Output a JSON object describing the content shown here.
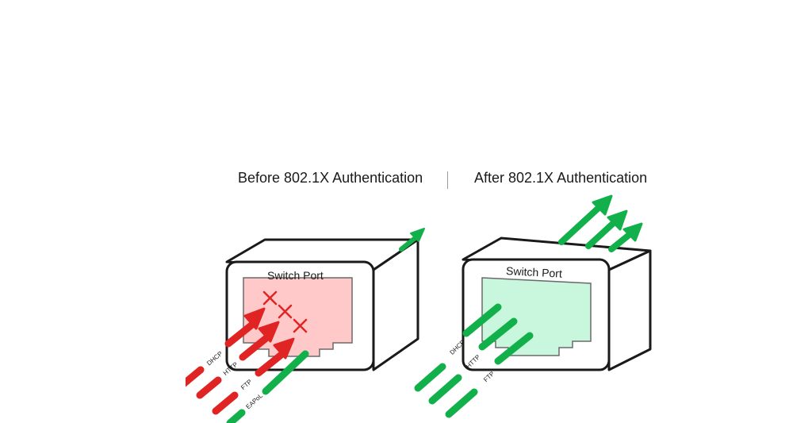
{
  "titles": {
    "before": "Before 802.1X Authentication",
    "after": "After 802.1X Authentication"
  },
  "port_label": "Switch Port",
  "before": {
    "port_fill": "#ffc9c9",
    "traffic": [
      {
        "label": "DHCP",
        "status": "blocked"
      },
      {
        "label": "HTTP",
        "status": "blocked"
      },
      {
        "label": "FTP",
        "status": "blocked"
      },
      {
        "label": "EAPoL",
        "status": "allowed"
      }
    ]
  },
  "after": {
    "port_fill": "#c9f7dd",
    "traffic": [
      {
        "label": "DHCP",
        "status": "allowed"
      },
      {
        "label": "HTTP",
        "status": "allowed"
      },
      {
        "label": "FTP",
        "status": "allowed"
      }
    ]
  },
  "colors": {
    "blocked": "#e02424",
    "allowed": "#12b04a",
    "outline": "#1a1a1a",
    "port_outline": "#6a6a6a",
    "text": "#1a1a1a"
  }
}
